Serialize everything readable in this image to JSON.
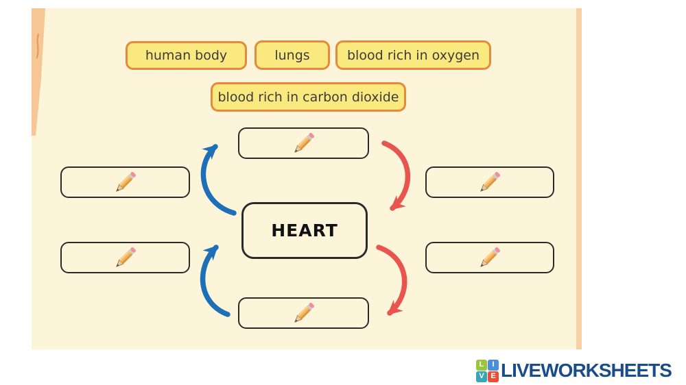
{
  "colors": {
    "page_bg": "#ffffff",
    "panel_bg": "#fcf5da",
    "panel_edge": "#f6c795",
    "panel_edge_right": "#f8d0a4",
    "label_fill": "#fae97f",
    "label_border": "#e8883b",
    "label_text": "#3b3b3b",
    "box_border": "#2b2b2b",
    "heart_text": "#111111",
    "arrow_blue": "#1d6fb8",
    "arrow_red": "#e8554f",
    "logo_navy": "#1a4c8b"
  },
  "word_bank": {
    "items": [
      "human body",
      "lungs",
      "blood rich in oxygen",
      "blood rich in carbon dioxide"
    ]
  },
  "diagram": {
    "center_label": "HEART",
    "answer_boxes": [
      {
        "id": "top-center"
      },
      {
        "id": "left-upper"
      },
      {
        "id": "left-lower"
      },
      {
        "id": "right-upper"
      },
      {
        "id": "right-lower"
      },
      {
        "id": "bottom-center"
      }
    ]
  },
  "icons": {
    "pencil": "pencil-icon",
    "logo_grid": "liveworksheets-grid-icon"
  },
  "footer": {
    "logo_text": "LIVEWORKSHEETS",
    "logo_tiles": [
      {
        "letter": "L",
        "color": "#9bc53d"
      },
      {
        "letter": "I",
        "color": "#4a90d9"
      },
      {
        "letter": "V",
        "color": "#38a6b8"
      },
      {
        "letter": "E",
        "color": "#e94f37"
      }
    ]
  }
}
